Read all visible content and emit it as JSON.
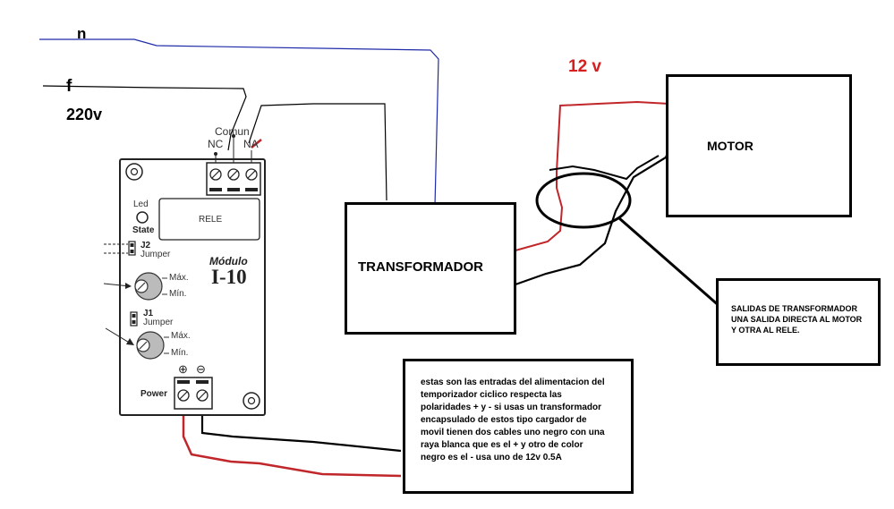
{
  "mains": {
    "neutral_label": "n",
    "phase_label": "f",
    "voltage_label": "220v"
  },
  "dc_voltage_label": "12 v",
  "relay_terminals": {
    "common": "Comun",
    "nc": "NC",
    "na": "NA"
  },
  "module": {
    "led_label": "Led",
    "state_label": "State",
    "relay_label": "RELE",
    "j2_label": "J2",
    "j2_jumper": "Jumper",
    "j1_label": "J1",
    "j1_jumper": "Jumper",
    "pot1_max": "Máx.",
    "pot1_min": "Mín.",
    "pot2_max": "Máx.",
    "pot2_min": "Mín.",
    "title_line1": "Módulo",
    "title_line2": "I-10",
    "power_label": "Power",
    "plus_symbol": "⊕",
    "minus_symbol": "⊖"
  },
  "transformer_label": "TRANSFORMADOR",
  "motor_label": "MOTOR",
  "outputs_note": "SALIDAS DE TRANSFORMADOR\nUNA SALIDA DIRECTA AL MOTOR\nY OTRA AL RELE.",
  "power_note": "estas son las entradas del alimentacion del\ntemporizador ciclico respecta las\npolaridades + y - si usas un transformador\nencapsulado de estos tipo cargador de\nmovil tienen dos cables uno negro con una\nraya blanca que es el + y otro de color\nnegro es el -  usa uno de 12v 0.5A",
  "colors": {
    "neutral_wire": "#1f2aa8",
    "dc_positive_wire": "#c0262a",
    "black_wire": "#000000"
  }
}
